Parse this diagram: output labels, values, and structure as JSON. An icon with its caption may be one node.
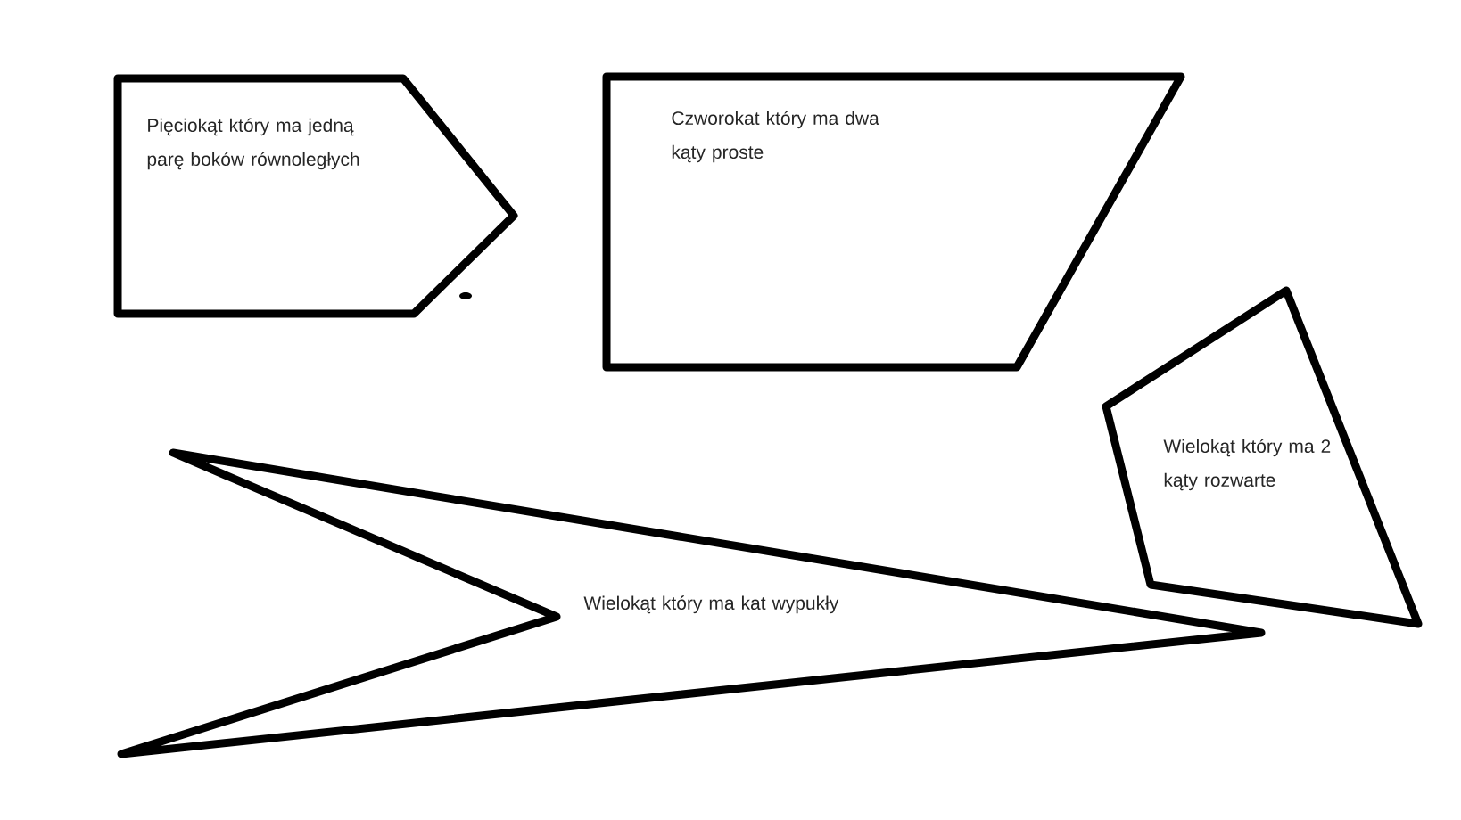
{
  "diagram": {
    "nodes": [
      {
        "text": [
          "Pięciokąt który ma jedną parę boków równoległych"
        ]
      },
      {
        "text": [
          "Czworokat który ma dwa kąty proste"
        ]
      },
      {
        "text": [
          "Wielokąt który ma 2 kąty rozwarte"
        ]
      },
      {
        "text": [
          "Wielokąt który ma kat wypukły"
        ]
      }
    ]
  }
}
